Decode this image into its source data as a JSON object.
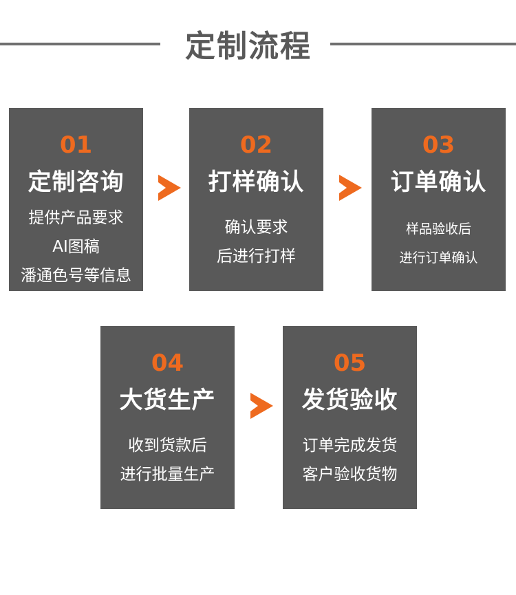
{
  "title": "定制流程",
  "steps": [
    {
      "num": "01",
      "name": "定制咨询",
      "desc": [
        "提供产品要求",
        "AI图稿",
        "潘通色号等信息"
      ]
    },
    {
      "num": "02",
      "name": "打样确认",
      "desc": [
        "确认要求",
        "后进行打样"
      ]
    },
    {
      "num": "03",
      "name": "订单确认",
      "desc": [
        "样品验收后",
        "进行订单确认"
      ]
    },
    {
      "num": "04",
      "name": "大货生产",
      "desc": [
        "收到货款后",
        "进行批量生产"
      ]
    },
    {
      "num": "05",
      "name": "发货验收",
      "desc": [
        "订单完成发货",
        "客户验收货物"
      ]
    }
  ],
  "colors": {
    "accent": "#ee6a1f",
    "card": "#595959",
    "title": "#595959"
  }
}
